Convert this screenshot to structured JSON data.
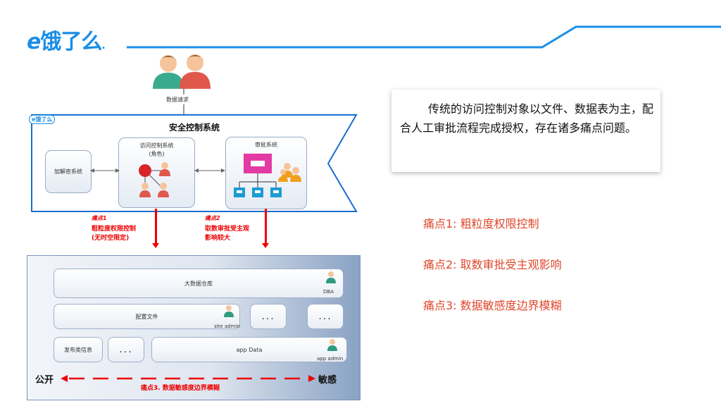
{
  "header": {
    "logo_mark": "e",
    "logo_text": "饿了么",
    "logo_dot": "."
  },
  "diagram": {
    "data_request": "数据请求",
    "system_logo": "e饿了么",
    "system_title": "安全控制系统",
    "encrypt_box": "加解密系统",
    "access_box_title": "访问控制系统",
    "access_box_sub": "(角色)",
    "approval_box_title": "审批系统",
    "pain1_title": "痛点1",
    "pain1_line1": "粗粒度权限控制",
    "pain1_line2": "(无时空限定)",
    "pain2_title": "痛点2",
    "pain2_line1": "取数审批受主观",
    "pain2_line2": "影响较大",
    "bigdata": "大数据仓库",
    "dba": "DBA",
    "config": "配置文件",
    "site_admin": "site admin",
    "ellipsis": "...",
    "publish": "发布类信息",
    "app_data": "app Data",
    "app_admin": "app admin",
    "public": "公开",
    "sensitive": "敏感",
    "pain3": "痛点3. 数据敏感度边界模糊"
  },
  "description": "传统的访问控制对象以文件、数据表为主，配合人工审批流程完成授权，存在诸多痛点问题。",
  "pain_points": [
    {
      "text": "痛点1: 粗粒度权限控制"
    },
    {
      "text": "痛点2: 取数审批受主观影响"
    },
    {
      "text": "痛点3: 数据敏感度边界模糊"
    }
  ],
  "colors": {
    "brand_blue": "#1a8ee6",
    "pain_red": "#e0462a",
    "arrow_red": "#e00000"
  }
}
